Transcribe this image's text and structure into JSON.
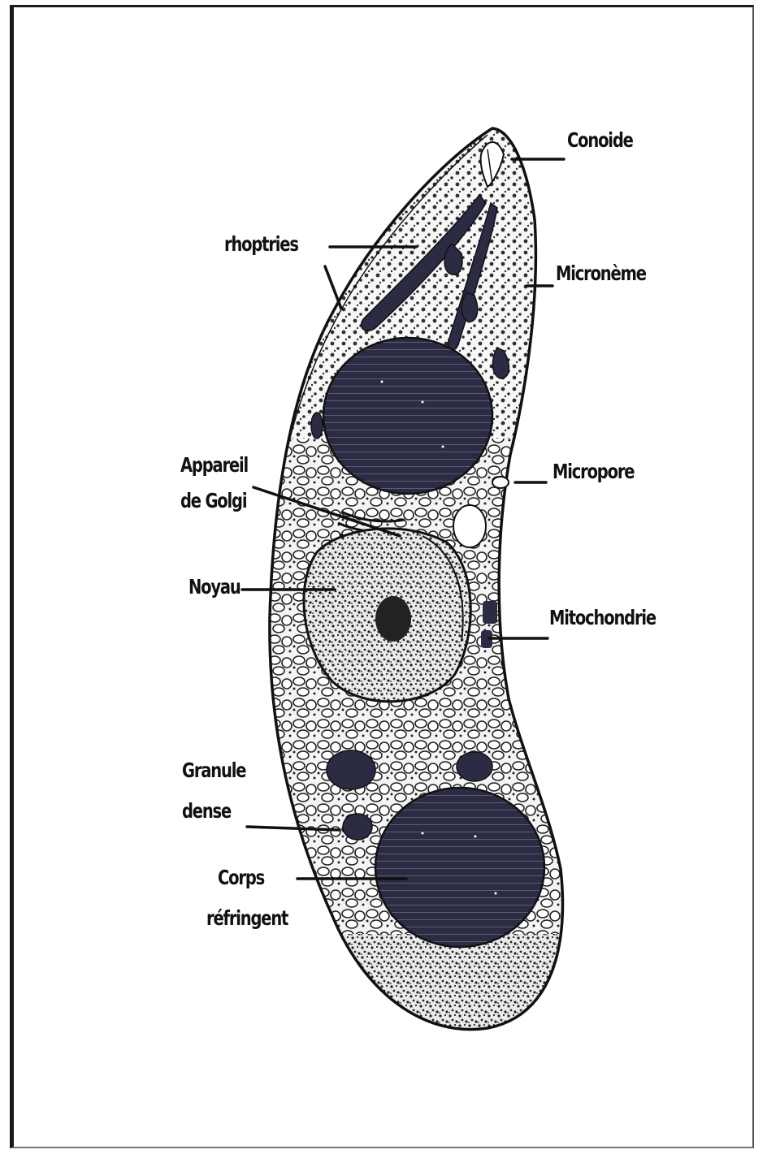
{
  "labels": {
    "conoide": "Conoide",
    "rhoptries": "rhoptries",
    "microneme": "Micronème",
    "appareil": "Appareil",
    "de_golgi": "de Golgi",
    "micropore": "Micropore",
    "noyau": "Noyau",
    "mitochondrie": "Mitochondrie",
    "granule": "Granule",
    "dense": "dense",
    "corps": "Corps",
    "refringent": "réfringent"
  },
  "colors": {
    "ink": "#111111",
    "dark_body": "#2b2b44",
    "background": "#ffffff"
  }
}
